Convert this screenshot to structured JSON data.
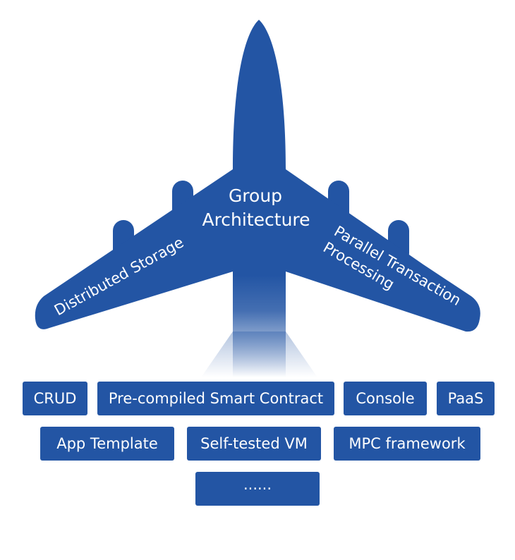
{
  "airplane": {
    "center_line1": "Group",
    "center_line2": "Architecture",
    "left_wing": "Distributed Storage",
    "right_wing_line1": "Parallel Transaction",
    "right_wing_line2": "Processing"
  },
  "modules": [
    "CRUD",
    "Pre-compiled Smart Contract",
    "Console",
    "PaaS",
    "App Template",
    "Self-tested VM",
    "MPC framework",
    "······"
  ],
  "colors": {
    "primary": "#2355a4",
    "text": "#ffffff",
    "background": "#ffffff"
  }
}
